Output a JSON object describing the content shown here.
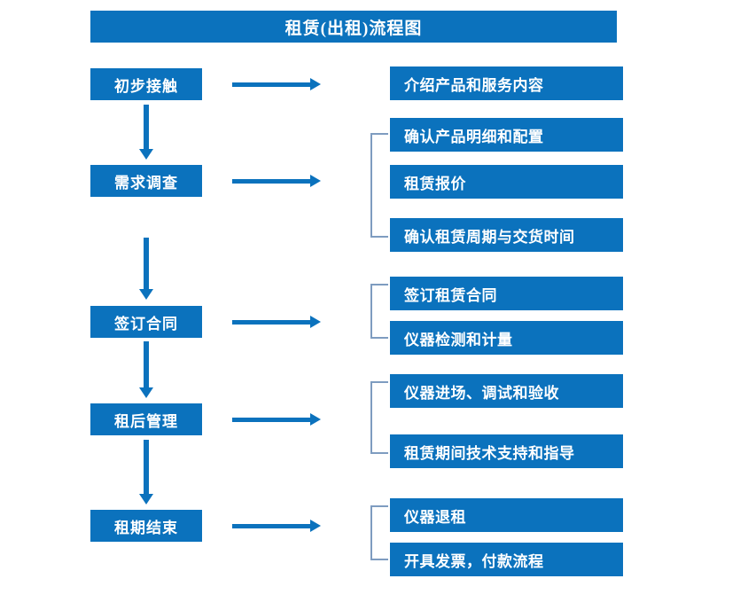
{
  "page": {
    "title": "租赁(出租)流程图",
    "accent_color": "#0b72bd",
    "bracket_color": "#7e9cc0",
    "background_color": "#ffffff",
    "text_color": "#ffffff"
  },
  "stages": [
    {
      "label": "初步接触"
    },
    {
      "label": "需求调查"
    },
    {
      "label": "签订合同"
    },
    {
      "label": "租后管理"
    },
    {
      "label": "租期结束"
    }
  ],
  "details": [
    {
      "label": "介绍产品和服务内容"
    },
    {
      "label": "确认产品明细和配置"
    },
    {
      "label": "租赁报价"
    },
    {
      "label": "确认租赁周期与交货时间"
    },
    {
      "label": "签订租赁合同"
    },
    {
      "label": "仪器检测和计量"
    },
    {
      "label": "仪器进场、调试和验收"
    },
    {
      "label": "租赁期间技术支持和指导"
    },
    {
      "label": "仪器退租"
    },
    {
      "label": "开具发票，付款流程"
    }
  ],
  "groups": [
    {
      "name": "demand-survey-group",
      "detail_indices": [
        1,
        2,
        3
      ]
    },
    {
      "name": "sign-contract-group",
      "detail_indices": [
        4,
        5
      ]
    },
    {
      "name": "post-rental-group",
      "detail_indices": [
        6,
        7
      ]
    },
    {
      "name": "lease-end-group",
      "detail_indices": [
        8,
        9
      ]
    }
  ],
  "connectors": {
    "horizontal_arrow_count": 5,
    "vertical_arrow_count": 4,
    "bracket_count": 4
  }
}
